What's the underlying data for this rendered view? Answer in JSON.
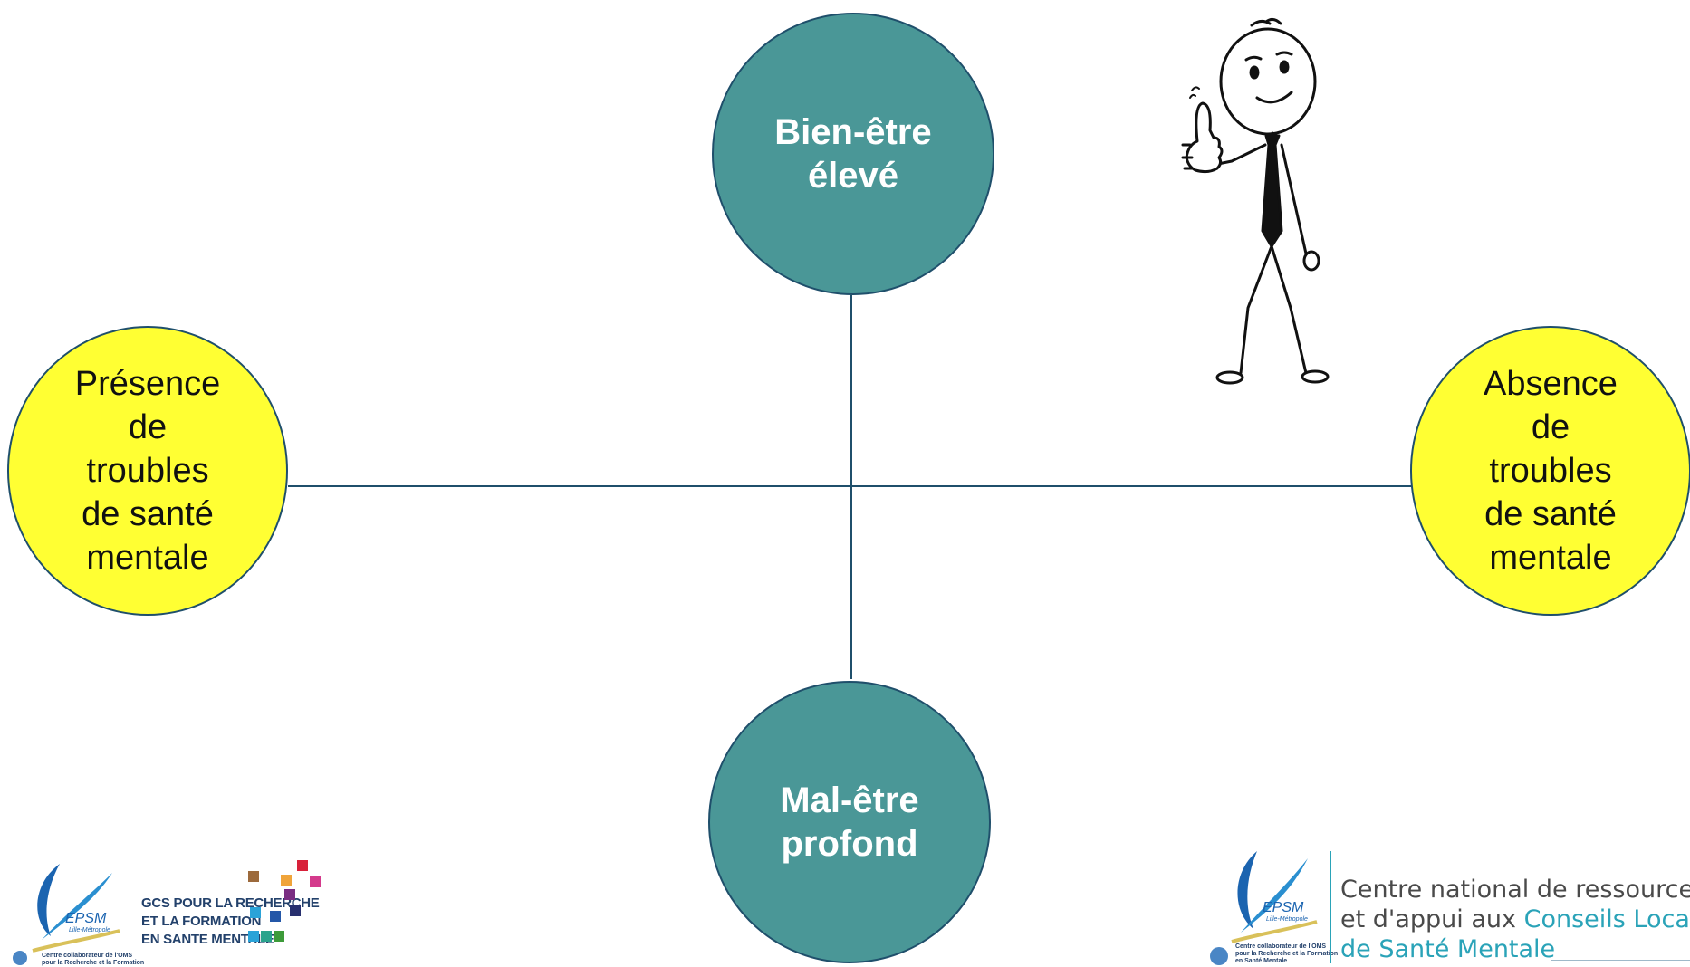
{
  "diagram": {
    "nodes": {
      "top": "Bien-être\nélevé",
      "bottom": "Mal-être\nprofond",
      "left": "Présence\nde\ntroubles\nde santé\nmentale",
      "right": "Absence\nde\ntroubles\nde santé\nmentale"
    }
  },
  "logos": {
    "epsm_left": {
      "name": "EPSM",
      "sub": "Lille-Métropole",
      "oms_line1": "Centre collaborateur de l'OMS",
      "oms_line2": "pour la Recherche et la Formation"
    },
    "gcs": {
      "line1": "GCS POUR LA RECHERCHE",
      "line2": "ET LA FORMATION",
      "line3": "EN SANTE MENTALE"
    },
    "epsm_right": {
      "name": "EPSM",
      "sub": "Lille-Métropole",
      "oms_line1": "Centre collaborateur de l'OMS",
      "oms_line2": "pour la Recherche et la Formation",
      "oms_line3": "en Santé Mentale"
    },
    "cnr": {
      "line1": "Centre national de ressources",
      "line2_a": "et d'appui aux ",
      "line2_b": "Conseils Locaux",
      "line3": "de Santé Mentale"
    }
  },
  "colors": {
    "teal": "#4a9797",
    "yellow": "#ffff33",
    "axis": "#1f4f6b",
    "accent": "#2aa3b8"
  }
}
